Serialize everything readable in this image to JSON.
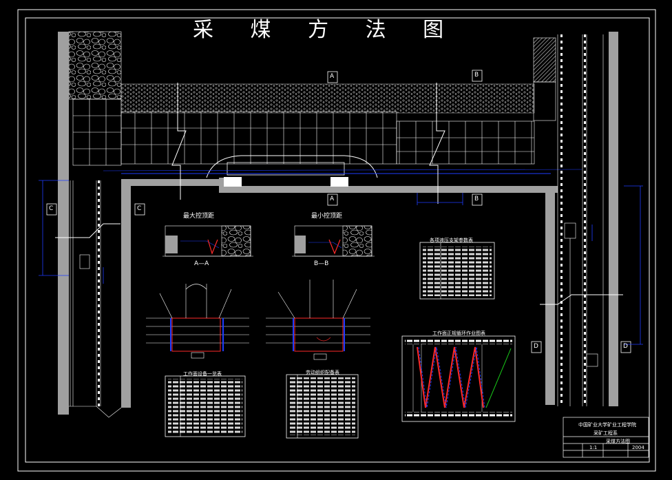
{
  "title": "采 煤 方 法 图",
  "labels": {
    "max_roof_control": "最大控顶距",
    "min_roof_control": "最小控顶距",
    "section_aa": "A—A",
    "section_bb": "B—B",
    "marker_a": "A",
    "marker_b": "B",
    "marker_c": "C",
    "marker_d": "D",
    "table_support_params": "各项液压支架参数表",
    "table_cycle_chart": "工作面正规循环作业图表",
    "table_equipment": "工作面设备一览表",
    "table_labor": "劳动组织配备表"
  },
  "title_block": {
    "school": "中国矿业大学矿业工程学院",
    "dept": "采矿工程系",
    "drawing_name": "采煤方法图",
    "scale": "1:1",
    "number": "2004"
  },
  "colors": {
    "background": "#000000",
    "line": "#ffffff",
    "dimension": "#1e3cff",
    "support": "#ff2a2a",
    "grey_wall": "#a0a0a0",
    "green": "#19c819"
  }
}
